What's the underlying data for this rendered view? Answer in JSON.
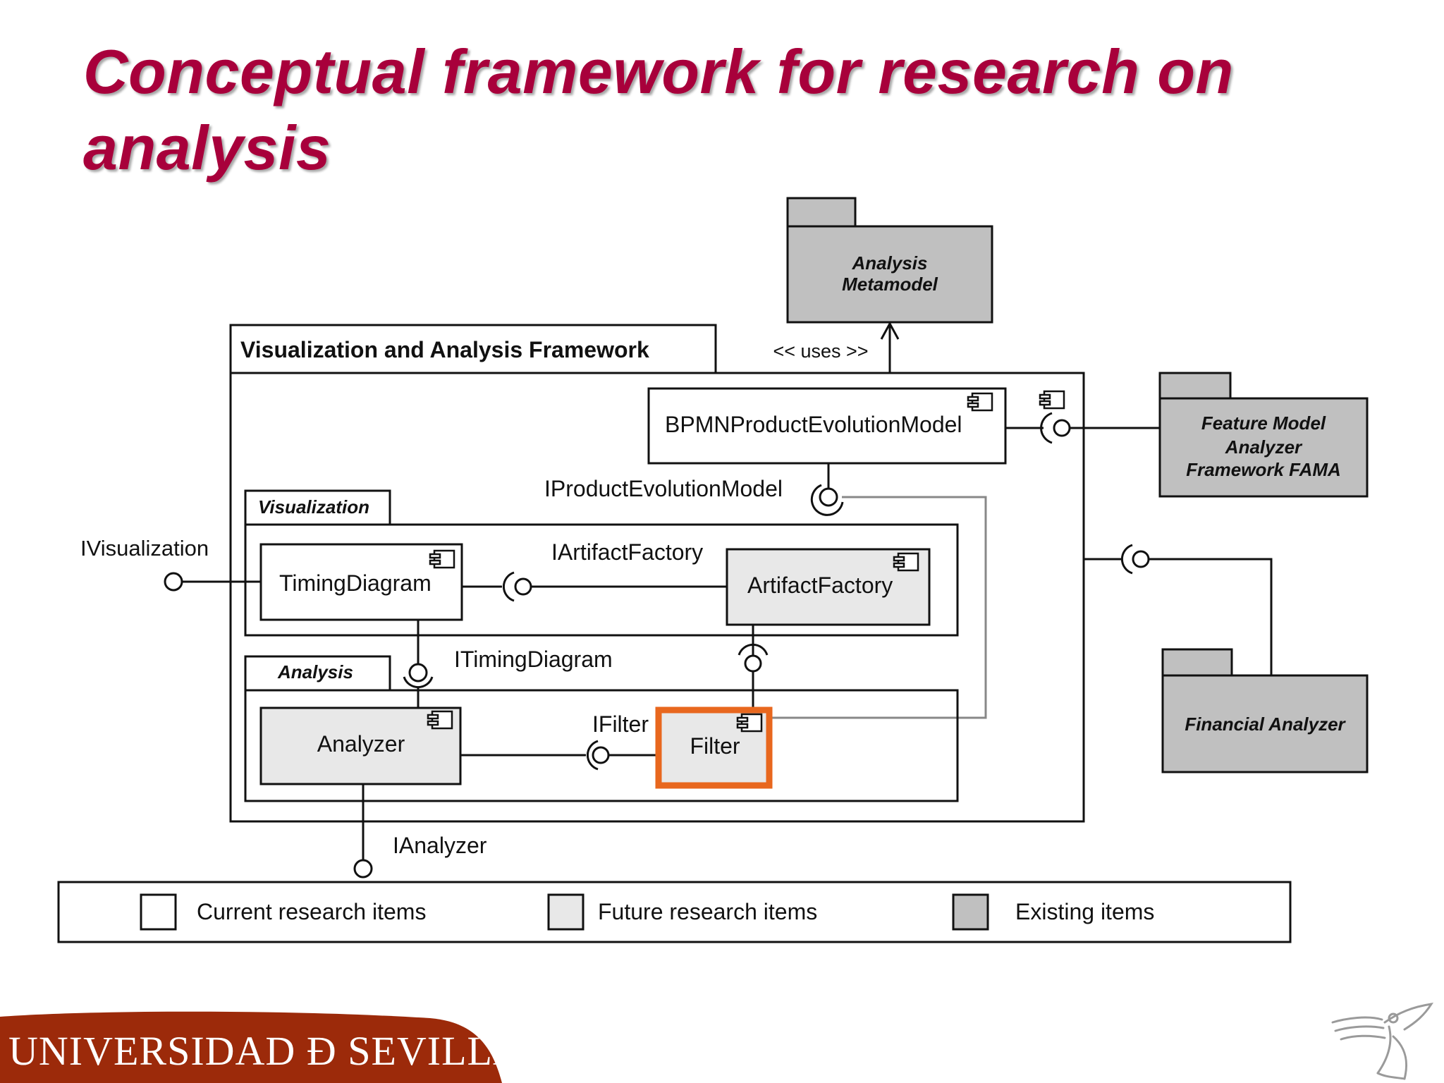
{
  "slide": {
    "title": "Conceptual framework for research on analysis"
  },
  "diagram": {
    "packages": {
      "analysis_metamodel": [
        "Analysis",
        "Metamodel"
      ],
      "framework": "Visualization and Analysis Framework",
      "fama": [
        "Feature Model",
        "Analyzer",
        "Framework FAMA"
      ],
      "financial": "Financial Analyzer",
      "visualization": "Visualization",
      "analysis": "Analysis"
    },
    "uses": "<< uses >>",
    "components": {
      "bpmn": "BPMNProductEvolutionModel",
      "timing": "TimingDiagram",
      "artifact": "ArtifactFactory",
      "analyzer": "Analyzer",
      "filter": "Filter"
    },
    "interfaces": {
      "product_evolution": "IProductEvolutionModel",
      "visualization": "IVisualization",
      "artifact_factory": "IArtifactFactory",
      "timing_diagram": "ITimingDiagram",
      "filter": "IFilter",
      "analyzer": "IAnalyzer"
    },
    "legend": {
      "current": "Current research items",
      "future": "Future research items",
      "existing": "Existing items"
    },
    "colors": {
      "current": "#ffffff",
      "future": "#e8e8e8",
      "existing": "#c0c0c0",
      "highlight": "#e8671e"
    }
  },
  "footer": {
    "university": "UNIVERSIDAD Ð SEVILLA",
    "band_color": "#9c2a0a"
  }
}
